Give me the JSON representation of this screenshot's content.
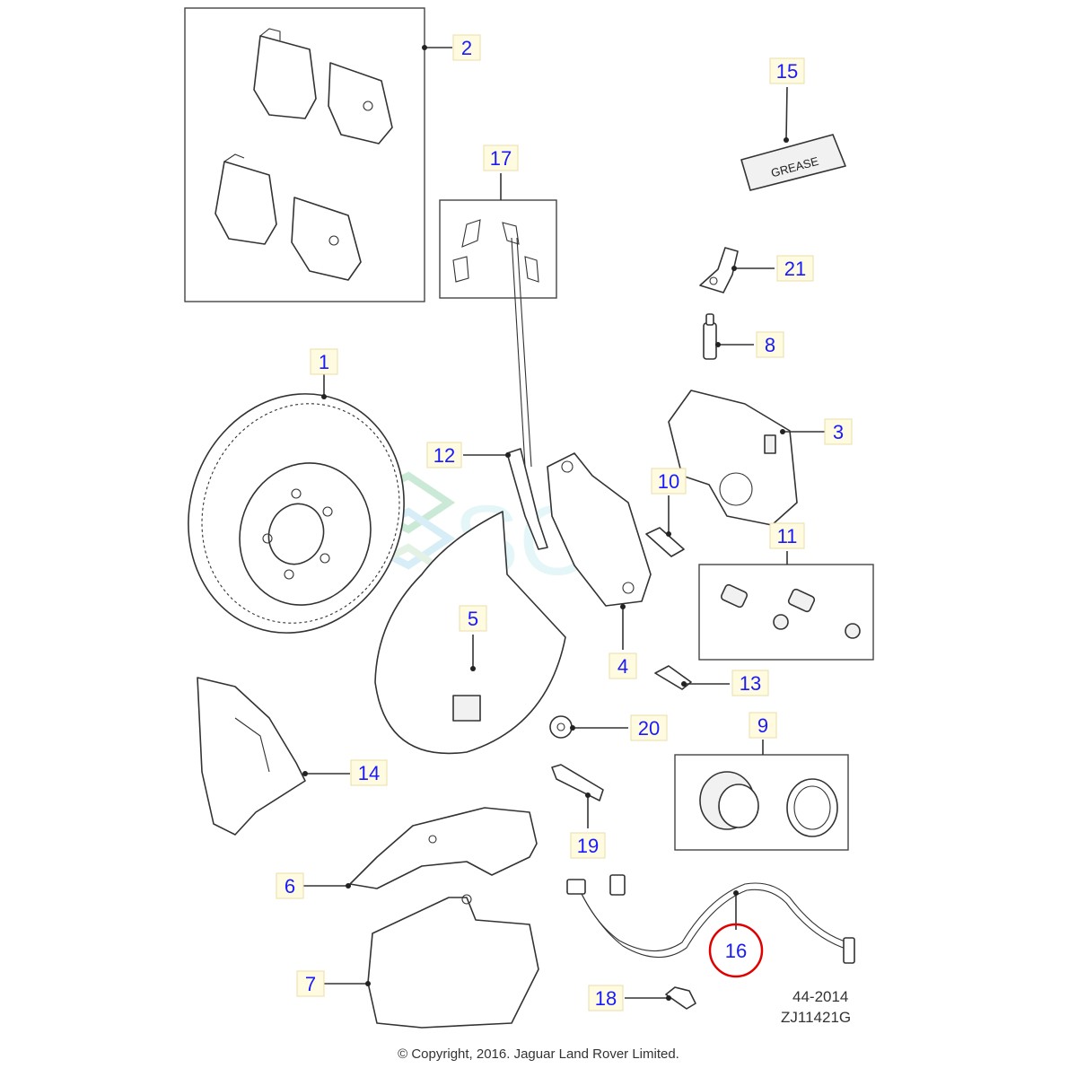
{
  "diagram": {
    "callouts": [
      {
        "id": "c1",
        "text": "1"
      },
      {
        "id": "c2",
        "text": "2"
      },
      {
        "id": "c3",
        "text": "3"
      },
      {
        "id": "c4",
        "text": "4"
      },
      {
        "id": "c5",
        "text": "5"
      },
      {
        "id": "c6",
        "text": "6"
      },
      {
        "id": "c7",
        "text": "7"
      },
      {
        "id": "c8",
        "text": "8"
      },
      {
        "id": "c9",
        "text": "9"
      },
      {
        "id": "c10",
        "text": "10"
      },
      {
        "id": "c11",
        "text": "11"
      },
      {
        "id": "c12",
        "text": "12"
      },
      {
        "id": "c13",
        "text": "13"
      },
      {
        "id": "c14",
        "text": "14"
      },
      {
        "id": "c15",
        "text": "15"
      },
      {
        "id": "c16",
        "text": "16"
      },
      {
        "id": "c17",
        "text": "17"
      },
      {
        "id": "c18",
        "text": "18"
      },
      {
        "id": "c19",
        "text": "19"
      },
      {
        "id": "c20",
        "text": "20"
      },
      {
        "id": "c21",
        "text": "21"
      }
    ],
    "grease_label": "GREASE",
    "highlighted_callout": "16",
    "highlight_color": "#e00000",
    "label_color": "#1a1aff",
    "watermark": "SOL",
    "drawing_ref": "44-2014",
    "drawing_code": "ZJ11421G",
    "copyright": "© Copyright, 2016. Jaguar Land Rover Limited."
  }
}
